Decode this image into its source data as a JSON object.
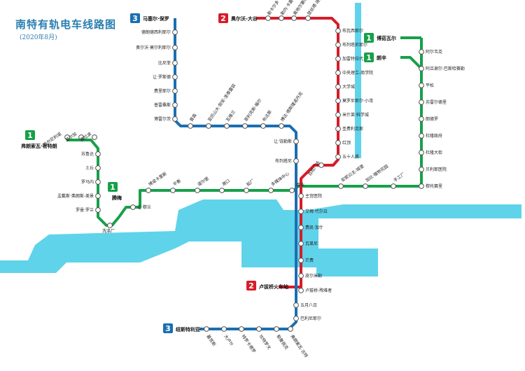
{
  "title": "南特有轨电车线路图",
  "subtitle": "(2020年8月)",
  "colors": {
    "line1": "#17a049",
    "line2": "#d81c28",
    "line3": "#1a6fb3",
    "water": "#5fd3ea"
  },
  "lines": {
    "line1": {
      "number": "1",
      "termini": [
        "弗朗索瓦·密特朗",
        "博茹瓦尔",
        "朗辛",
        "腾梅"
      ],
      "stations": [
        "巴尔尼利诺",
        "圣尔加",
        "赛拉波",
        "苏鲁达",
        "土丘",
        "罗马内",
        "孟戴斯·弗朗斯-美景",
        "罗曼·罗兰",
        "洗涤厂",
        "让·穆兰",
        "博诺卡里斯",
        "平衡",
        "道尔堡",
        "港口",
        "船厂",
        "多媒体中心",
        "商业",
        "安妮公主-城堡",
        "加比·植物花园",
        "手工厂",
        "穆托赛里",
        "阿尔韦克",
        "阿吕谢尔·巴斯哈赛勒",
        "平松",
        "苏雷尔德里",
        "朗德罗",
        "杜隆政府",
        "杜隆大街",
        "贝利耶医院"
      ]
    },
    "line2": {
      "number": "2",
      "termini": [
        "奥尔沃-大谷",
        "卢拔桥火车站"
      ],
      "stations": [
        "勒卡尔多",
        "勒内·卡嘉",
        "奥地尔塞纳",
        "瑟丝德·迪拜",
        "布瓦西耶尔",
        "布列塔尼耶尔",
        "加雷特拉代",
        "中央理工-商学院",
        "大学城",
        "莫罗尼耶尔·小湾",
        "米什莱·科学城",
        "圣费利克斯",
        "红顶",
        "五十人质",
        "百姓广场",
        "主宫医院",
        "艾梅·代尔吕",
        "费凯·加什",
        "瓦莱尼",
        "芒费",
        "皮尔米勒",
        "卢拔桥-殉难者",
        "五月八日",
        "巴利尼耶尔"
      ]
    },
    "line3": {
      "number": "3",
      "termini": [
        "马塞尔·保罗",
        "纽斯特利亚"
      ],
      "stations": [
        "德朗德西利耶尔",
        "奥尔沃·莫尔利耶尔",
        "比尼菲",
        "让·罗斯德",
        "费里耶尔",
        "普雷桑斯",
        "博雷尔茨",
        "曾森",
        "亚历山大·勃安-圣泰雷兹",
        "瓦维兰",
        "菲利克斯·福尔",
        "布达斯",
        "博达·德斯隆诺丹克",
        "让·饶勒斯",
        "布列塔尼",
        "墓宫斯",
        "大卢什",
        "特罗卡德罗",
        "坎特罗文",
        "勒鲁佩克",
        "弗朗索瓦·古特"
      ]
    }
  }
}
